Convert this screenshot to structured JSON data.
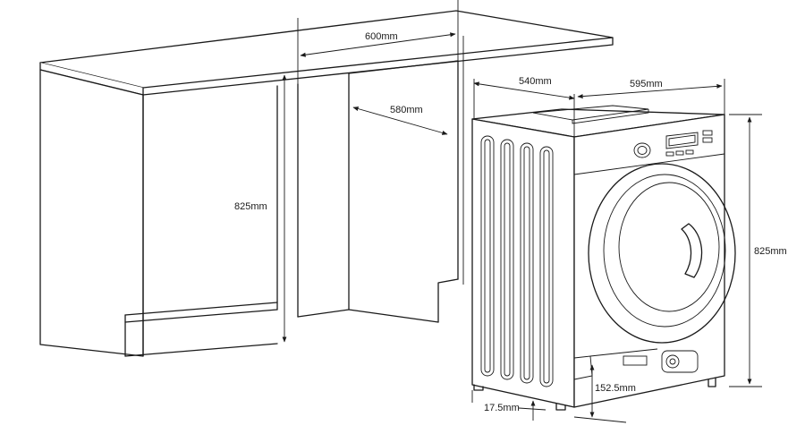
{
  "dimensions": {
    "cabinet_width": "600mm",
    "cabinet_height": "825mm",
    "cabinet_depth": "580mm",
    "machine_depth": "540mm",
    "machine_width": "595mm",
    "machine_height": "825mm",
    "clearance_base": "152.5mm",
    "foot_height": "17.5mm"
  }
}
